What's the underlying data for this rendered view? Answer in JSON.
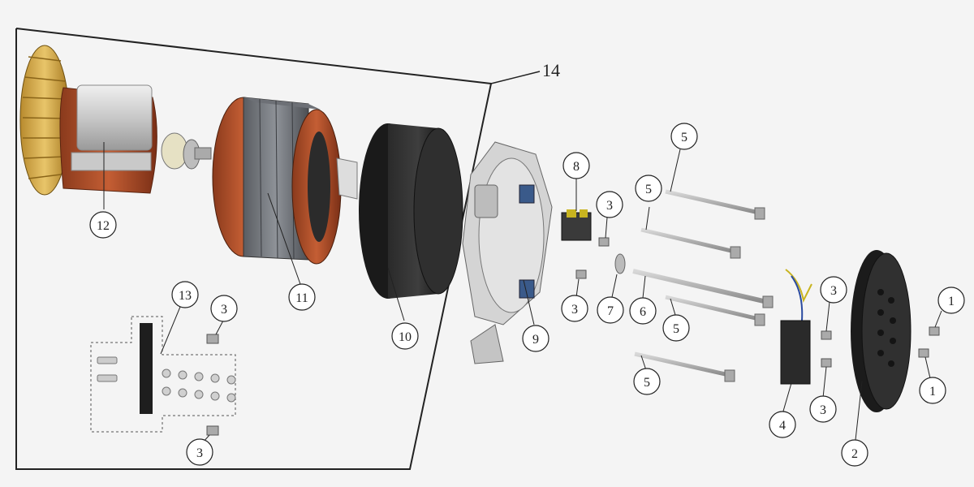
{
  "diagram": {
    "assembly_label": "14",
    "callouts": {
      "c1a": "1",
      "c1b": "1",
      "c2": "2",
      "c3a": "3",
      "c3b": "3",
      "c3c": "3",
      "c3d": "3",
      "c3e": "3",
      "c3f": "3",
      "c4": "4",
      "c5a": "5",
      "c5b": "5",
      "c5c": "5",
      "c5d": "5",
      "c6": "6",
      "c7": "7",
      "c8": "8",
      "c9": "9",
      "c10": "10",
      "c11": "11",
      "c12": "12",
      "c13": "13"
    }
  }
}
